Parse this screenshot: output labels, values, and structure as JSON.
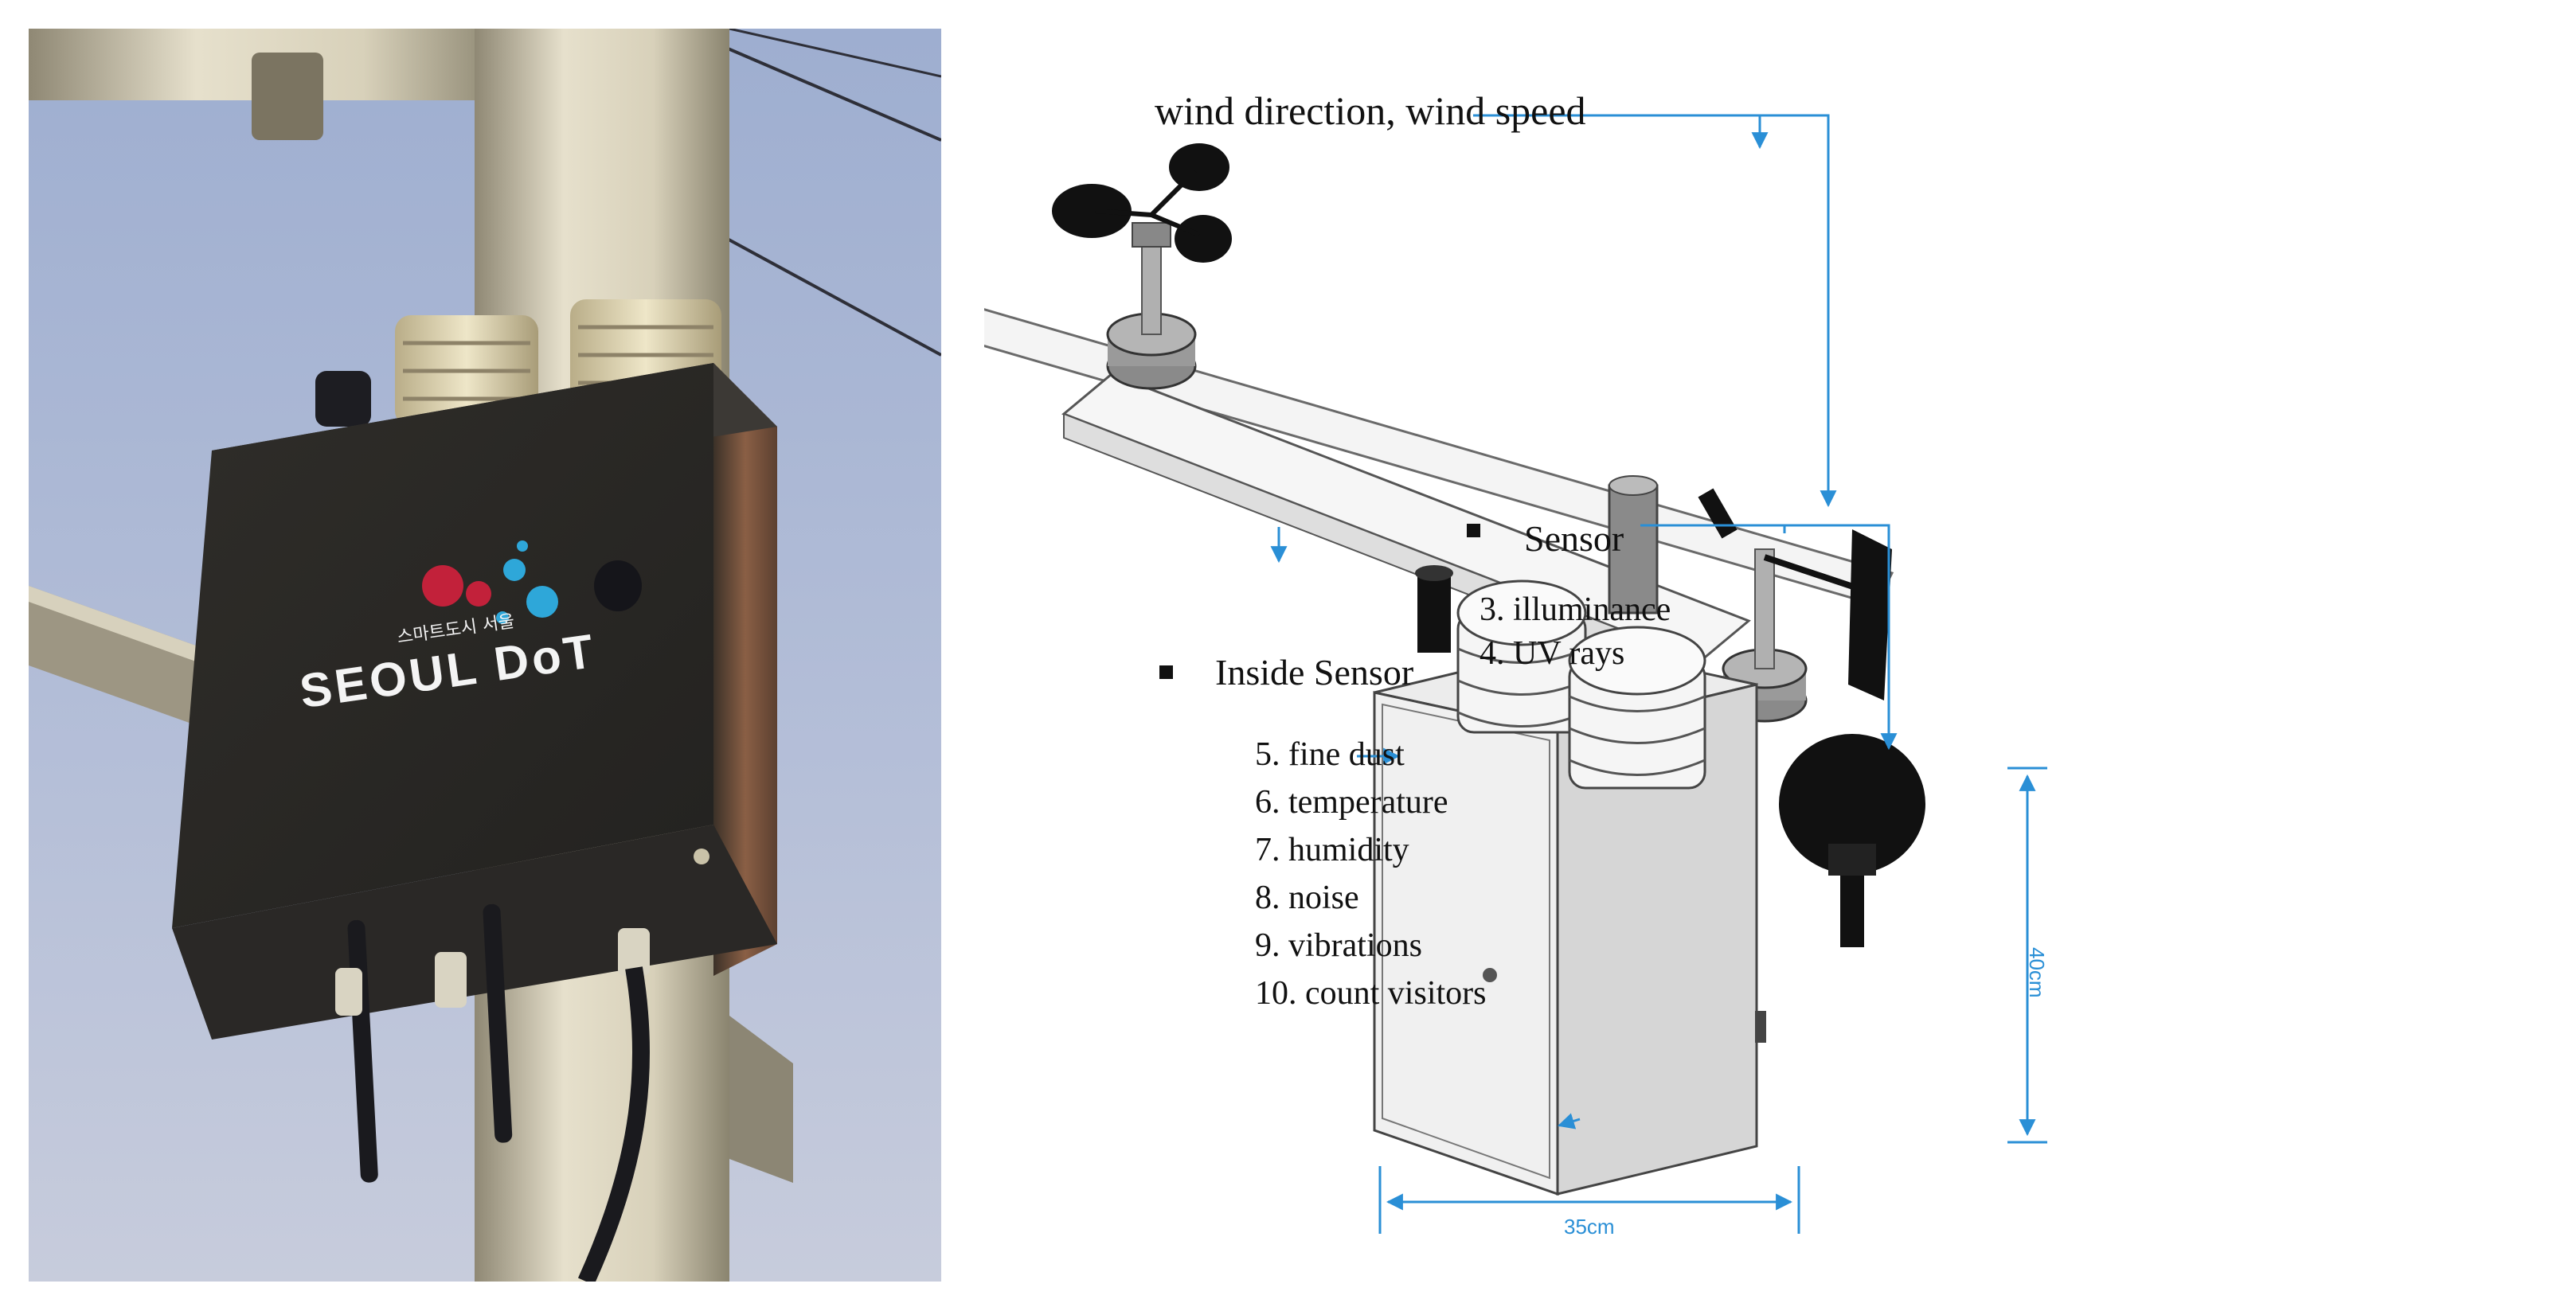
{
  "photo": {
    "logo_korean": "스마트도시 서울",
    "logo_brand": "SEOUL DoT"
  },
  "diagram": {
    "wind_label": "wind direction, wind speed",
    "sensor_heading": "Sensor",
    "sensor_items": [
      "3. illuminance",
      "4. UV rays"
    ],
    "inside_heading": "Inside Sensor",
    "inside_items": [
      "5. fine dust",
      "6. temperature",
      "7. humidity",
      "8. noise",
      "9. vibrations",
      "10. count visitors"
    ],
    "height_label": "40cm",
    "width_label": "35cm",
    "arrow_color": "#2a8fd6"
  }
}
